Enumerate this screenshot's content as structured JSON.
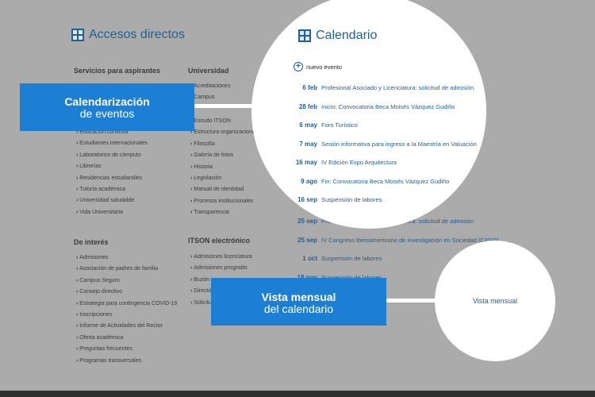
{
  "accesos": {
    "title": "Accesos directos",
    "col1_title": "Servicios para aspirantes",
    "col1_items": [
      "Educación continua",
      "Estudiantes internacionales",
      "Laboratorios de cómputo",
      "Librerías",
      "Residencias estudiantiles",
      "Tutoría académica",
      "Universidad saludable",
      "Vida Universitaria"
    ],
    "col2_title": "Universidad",
    "col2_items_top": [
      "Acreditaciones",
      "Campus"
    ],
    "col2_items": [
      "Escudo ITSON",
      "Estructura organizacional",
      "Filosofía",
      "Galería de fotos",
      "Historia",
      "Legislación",
      "Manual de identidad",
      "Procesos institucionales",
      "Transparencia"
    ],
    "col3_title": "De interés",
    "col3_items": [
      "Admisiones",
      "Asociación de padres de familia",
      "Campus Seguro",
      "Consejo directivo",
      "Estrategia para contingencia COVID-19",
      "Inscripciones",
      "Informe de Actividades del Rector",
      "Oferta académica",
      "Preguntas frecuentes",
      "Programas transversales"
    ],
    "col4_title": "ITSON electrónico",
    "col4_items": [
      "Admisiones licenciatura",
      "Admisiones posgrado",
      "Buzón",
      "Directorio",
      "Solicitudes"
    ]
  },
  "calendar": {
    "title": "Calendario",
    "new_event": "nuevo evento",
    "events": [
      {
        "date": "6 feb",
        "text": "Profesional Asociado y Licenciatura: solicitud de admisión"
      },
      {
        "date": "28 feb",
        "text": "Inicio: Convocatoria Beca Moisés Vázquez Gudiño"
      },
      {
        "date": "6 may",
        "text": "Foro Turístico"
      },
      {
        "date": "7 may",
        "text": "Sesión informativa para ingreso a la Maestría en Valuación"
      },
      {
        "date": "16 may",
        "text": "IV Edición Expo Arquitectura"
      },
      {
        "date": "9 ago",
        "text": "Fin: Convocatoria Beca Moisés Vázquez Gudiño"
      },
      {
        "date": "16 sep",
        "text": "Suspensión de labores"
      }
    ],
    "events_below": [
      {
        "date": "25 sep",
        "text": "Profesional Asociado y Licenciatura: solicitud de admisión"
      },
      {
        "date": "25 sep",
        "text": "IV Congreso Iberoamericano de Investigación en Sociedad (CIISO)"
      },
      {
        "date": "1 oct",
        "text": "Suspensión de labores"
      },
      {
        "date": "18 nov",
        "text": "Suspensión de labores"
      }
    ]
  },
  "callouts": {
    "calendarizacion_line1": "Calendarización",
    "calendarizacion_line2": "de eventos",
    "vista_line1": "Vista mensual",
    "vista_line2": "del calendario"
  },
  "monthly_view_link": "Vista mensual",
  "colors": {
    "accent": "#1c7fd4",
    "link": "#1f5f9a",
    "background": "#ababab"
  }
}
